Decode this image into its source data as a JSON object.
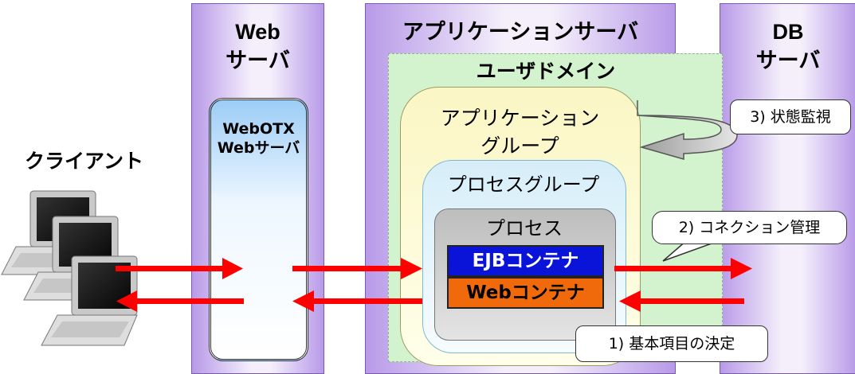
{
  "client": {
    "label": "クライアント"
  },
  "web_server": {
    "title_line1": "Web",
    "title_line2": "サーバ",
    "webotx_line1": "WebOTX",
    "webotx_line2": "Webサーバ"
  },
  "app_server": {
    "title": "アプリケーションサーバ",
    "user_domain": "ユーザドメイン",
    "app_group_line1": "アプリケーション",
    "app_group_line2": "グループ",
    "process_group": "プロセスグループ",
    "process": "プロセス",
    "ejb_container": "EJBコンテナ",
    "web_container": "Webコンテナ"
  },
  "db_server": {
    "title_line1": "DB",
    "title_line2": "サーバ"
  },
  "callouts": {
    "step1": "1)  基本項目の決定",
    "step2": "2) コネクション管理",
    "step3": "3)  状態監視"
  },
  "colors": {
    "column": "#b89ae8",
    "domain": "#d3f3cf",
    "app_group": "#fbf6c4",
    "process_group": "#d6eef9",
    "process": "#cfcfcf",
    "ejb": "#0a14d8",
    "web": "#f06a0c",
    "arrow": "#ff0000",
    "webotx": "#9ccdf6"
  }
}
